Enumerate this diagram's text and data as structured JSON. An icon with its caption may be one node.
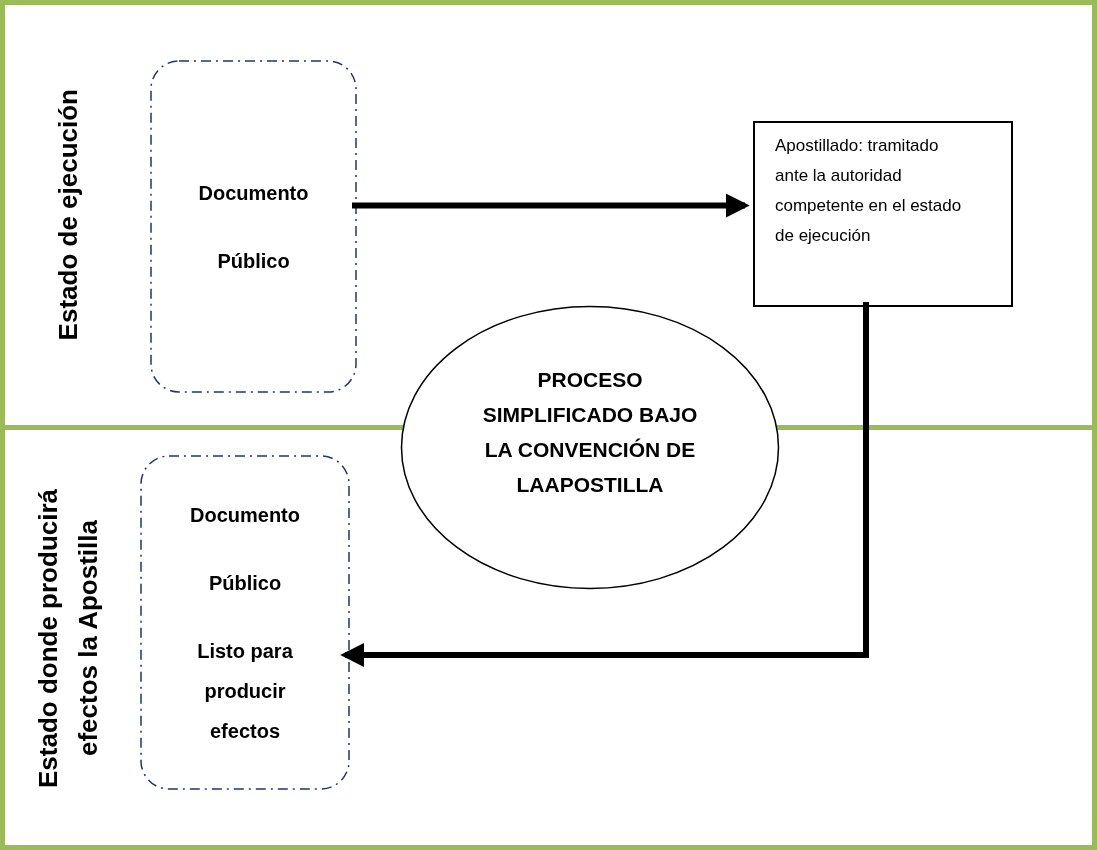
{
  "diagram": {
    "nodes": [
      {
        "text": [
          "Estado de ejecución"
        ]
      },
      {
        "text": [
          "Documento",
          "Público"
        ],
        "in": 0
      },
      {
        "text": [
          "Apostillado: tramitado ante la autoridad competente en el estado de ejecución"
        ],
        "in": 0
      },
      {
        "text": [
          "PROCESO SIMPLIFICADO BAJO LA CONVENCIÓN DE LAAPOSTILLA"
        ]
      },
      {
        "text": [
          "Estado donde producirá efectos la Apostilla"
        ]
      },
      {
        "text": [
          "Documento",
          "Público",
          "Listo para producir efectos"
        ],
        "in": 4
      }
    ],
    "edges": [
      {
        "from": 1,
        "to": 2,
        "arrow": "to"
      },
      {
        "from": 2,
        "to": 5,
        "arrow": "to"
      }
    ]
  }
}
